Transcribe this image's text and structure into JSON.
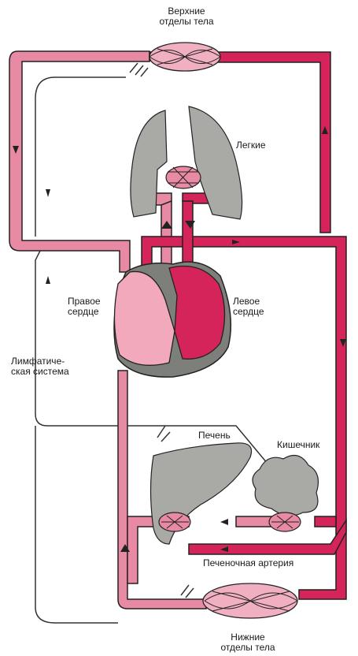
{
  "labels": {
    "upper_body": "Верхние\nотделы тела",
    "lungs": "Легкие",
    "right_heart": "Правое\nсердце",
    "left_heart": "Левое\nсердце",
    "lymphatic_system": "Лимфатиче-\nская система",
    "liver": "Печень",
    "intestine": "Кишечник",
    "hepatic_artery": "Печеночная артерия",
    "lower_body": "Нижние\nотделы тела"
  },
  "colors": {
    "venous": "#e88aa3",
    "arterial": "#d4245a",
    "outline": "#222222",
    "organ_gray": "#a9aaa6",
    "lymph_line": "#333333"
  }
}
